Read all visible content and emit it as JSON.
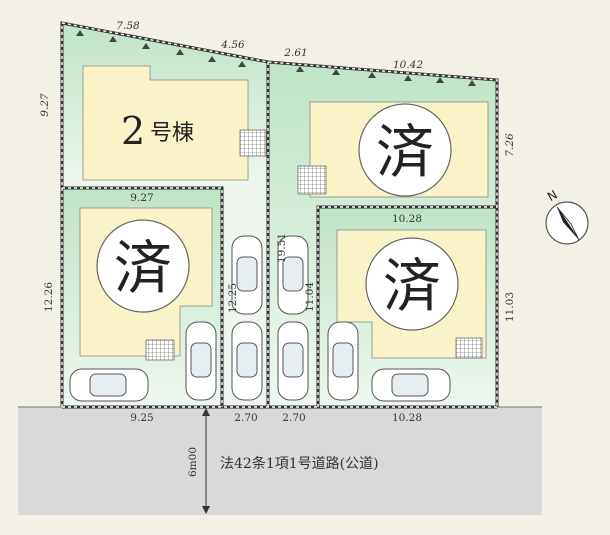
{
  "lots": {
    "lot2": {
      "building_number": "2",
      "building_suffix": "号棟",
      "edges": {
        "top_left": "7.58",
        "top_right": "4.56",
        "left": "9.27"
      }
    },
    "top_right": {
      "sold_mark": "済",
      "edges": {
        "top_left": "2.61",
        "top_right": "10.42",
        "right": "7.26"
      }
    },
    "bottom_left": {
      "sold_mark": "済",
      "edges": {
        "top": "9.27",
        "left": "12.26",
        "bottom": "9.25"
      }
    },
    "bottom_right": {
      "sold_mark": "済",
      "edges": {
        "top": "10.28",
        "right": "11.03",
        "bottom": "10.28"
      }
    }
  },
  "driveway": {
    "left_length": "12.25",
    "center_length_upper": "19.51",
    "center_length_lower": "11.04",
    "left_width": "2.70",
    "right_width": "2.70"
  },
  "road": {
    "width": "6m00",
    "label": "法42条1項1号道路(公道)"
  },
  "compass": {
    "north_label": "N"
  },
  "colors": {
    "lot_green": "#cfe9d3",
    "house_yellow": "#fbf3c8",
    "road_gray": "#d8d8d8",
    "background": "#f3f0e6",
    "boundary": "#333333"
  }
}
